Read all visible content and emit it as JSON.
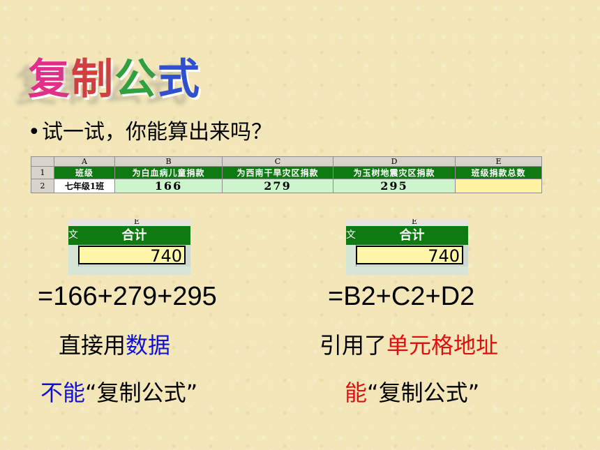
{
  "title": {
    "chars": [
      "复",
      "制",
      "公",
      "式"
    ],
    "colors": [
      "#e0308a",
      "#d04040",
      "#30a040",
      "#3050d0"
    ]
  },
  "bullet": "试一试，你能算出来吗？",
  "sheet": {
    "columns": [
      "A",
      "B",
      "C",
      "D",
      "E"
    ],
    "rows": [
      "1",
      "2"
    ],
    "headers": [
      "班级",
      "为白血病儿童捐款",
      "为西南干旱灾区捐款",
      "为玉树地震灾区捐款",
      "班级捐款总数"
    ],
    "row2": [
      "七年级1班",
      "166",
      "279",
      "295",
      ""
    ]
  },
  "snap_left": {
    "col": "E",
    "left_glyph": "文",
    "header": "合计",
    "value": "740"
  },
  "snap_right": {
    "col": "E",
    "left_glyph": "文",
    "header": "合计",
    "value": "740"
  },
  "formula_left": "=166+279+295",
  "formula_right": "=B2+C2+D2",
  "desc_left": {
    "a": "直接用",
    "b": "数据"
  },
  "desc_right": {
    "a": "引用了",
    "b": "单元格地址"
  },
  "result_left": {
    "a": "不能",
    "b": "“复制公式”"
  },
  "result_right": {
    "a": "能",
    "b": "“复制公式”"
  },
  "colors": {
    "green": "#0f7a12",
    "blue": "#1010d8",
    "red": "#e01010"
  }
}
